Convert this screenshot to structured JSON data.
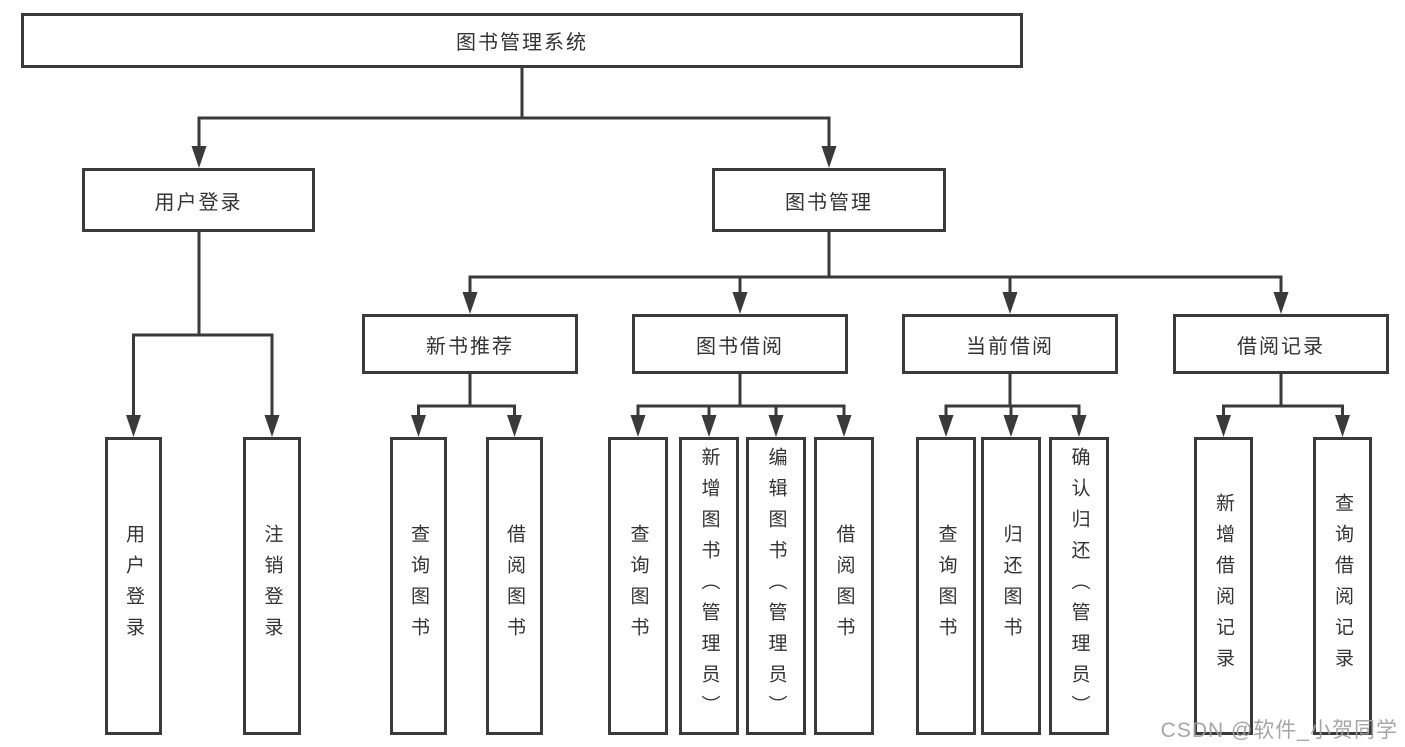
{
  "nodes": {
    "root": "图书管理系统",
    "user_login": "用户登录",
    "book_manage": "图书管理",
    "new_book_recommend": "新书推荐",
    "book_borrow": "图书借阅",
    "current_borrow": "当前借阅",
    "borrow_records": "借阅记录",
    "user_login_children": [
      "用户登录",
      "注销登录"
    ],
    "recommend_children": [
      "查询图书",
      "借阅图书"
    ],
    "borrow_children": [
      "查询图书",
      "新增图书（管理员）",
      "编辑图书（管理员）",
      "借阅图书"
    ],
    "current_children": [
      "查询图书",
      "归还图书",
      "确认归还（管理员）"
    ],
    "records_children": [
      "新增借阅记录",
      "查询借阅记录"
    ]
  },
  "watermark": "CSDN @软件_小贺同学",
  "colors": {
    "line": "#3a3a3a",
    "text": "#333333",
    "watermark": "#9e9e9e",
    "background": "#ffffff"
  }
}
